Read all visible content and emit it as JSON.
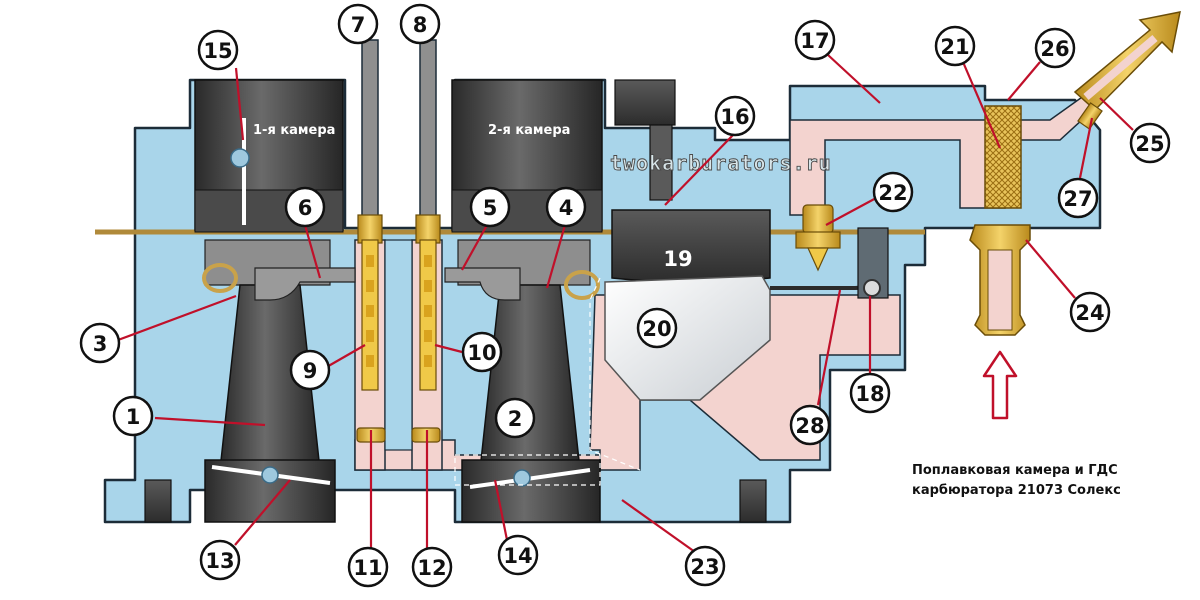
{
  "watermark": "twokarburators.ru",
  "chamber_labels": [
    "1-я камера",
    "2-я камера"
  ],
  "caption": [
    "Поплавковая камера и ГДС",
    "карбюратора 21073 Солекс"
  ],
  "callouts": [
    "1",
    "2",
    "3",
    "4",
    "5",
    "6",
    "7",
    "8",
    "9",
    "10",
    "11",
    "12",
    "13",
    "14",
    "15",
    "16",
    "17",
    "18",
    "19",
    "20",
    "21",
    "22",
    "23",
    "24",
    "25",
    "26",
    "27",
    "28"
  ],
  "colors": {
    "body": "#a9d5ea",
    "fuel": "#f3d3cf",
    "metal_dark": "#3c3c3c",
    "brass": "#e0b63a",
    "leader": "#c0102a",
    "outline": "#1c2c38"
  }
}
